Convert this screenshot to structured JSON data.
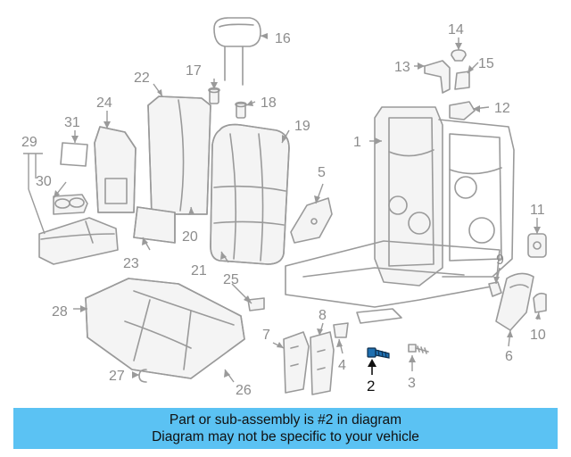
{
  "diagram": {
    "callouts": [
      {
        "id": "1",
        "label": "1"
      },
      {
        "id": "2",
        "label": "2",
        "highlighted": true
      },
      {
        "id": "3",
        "label": "3"
      },
      {
        "id": "4",
        "label": "4"
      },
      {
        "id": "5",
        "label": "5"
      },
      {
        "id": "6",
        "label": "6"
      },
      {
        "id": "7",
        "label": "7"
      },
      {
        "id": "8",
        "label": "8"
      },
      {
        "id": "9",
        "label": "9"
      },
      {
        "id": "10",
        "label": "10"
      },
      {
        "id": "11",
        "label": "11"
      },
      {
        "id": "12",
        "label": "12"
      },
      {
        "id": "13",
        "label": "13"
      },
      {
        "id": "14",
        "label": "14"
      },
      {
        "id": "15",
        "label": "15"
      },
      {
        "id": "16",
        "label": "16"
      },
      {
        "id": "17",
        "label": "17"
      },
      {
        "id": "18",
        "label": "18"
      },
      {
        "id": "19",
        "label": "19"
      },
      {
        "id": "20",
        "label": "20"
      },
      {
        "id": "21",
        "label": "21"
      },
      {
        "id": "22",
        "label": "22"
      },
      {
        "id": "23",
        "label": "23"
      },
      {
        "id": "24",
        "label": "24"
      },
      {
        "id": "25",
        "label": "25"
      },
      {
        "id": "26",
        "label": "26"
      },
      {
        "id": "27",
        "label": "27"
      },
      {
        "id": "28",
        "label": "28"
      },
      {
        "id": "29",
        "label": "29"
      },
      {
        "id": "30",
        "label": "30"
      },
      {
        "id": "31",
        "label": "31"
      }
    ],
    "colors": {
      "line_art": "#9a9a9a",
      "highlight_part": "#1e6fb0",
      "highlight_label": "#111111"
    }
  },
  "banner": {
    "line1": "Part or sub-assembly is #2 in diagram",
    "line2": "Diagram may not be specific to your vehicle",
    "background": "#5bc2f3"
  }
}
